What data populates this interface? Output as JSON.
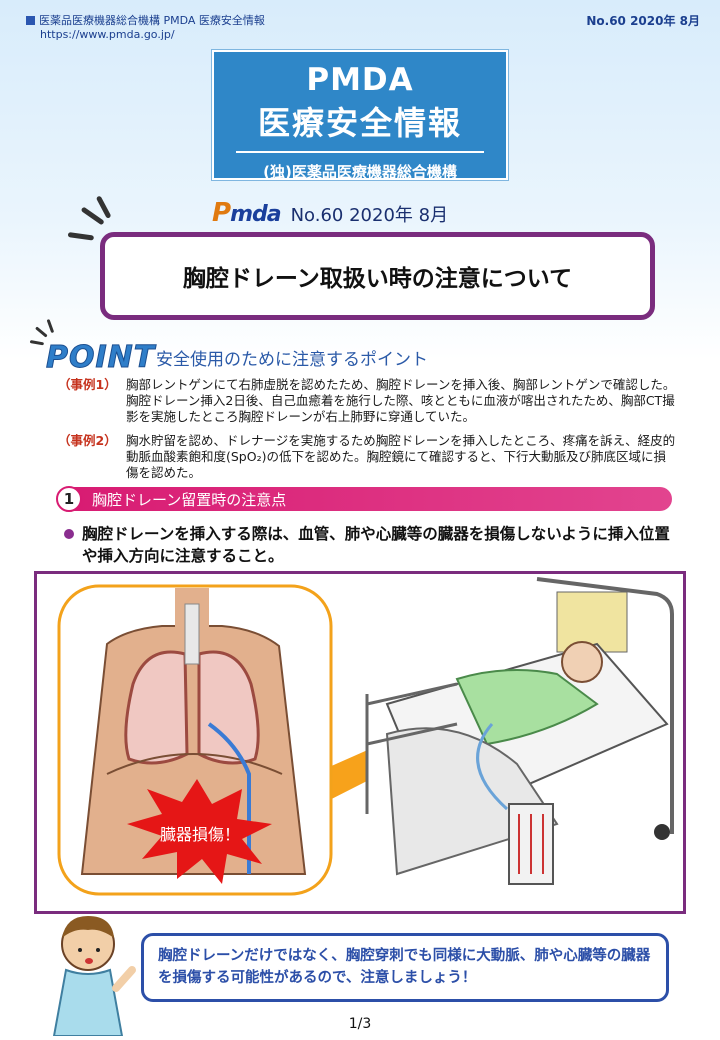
{
  "header": {
    "org": "医薬品医療機器総合機構 PMDA 医療安全情報",
    "url": "https://www.pmda.go.jp/",
    "issue": "No.60  2020年  8月"
  },
  "title_box": {
    "en": "PMDA",
    "jp": "医療安全情報",
    "org": "(独)医薬品医療機器総合機構"
  },
  "logo": {
    "p": "P",
    "rest": "mda"
  },
  "issue_line": "No.60  2020年   8月",
  "main_heading": "胸腔ドレーン取扱い時の注意について",
  "point": {
    "badge": "POINT",
    "text": "安全使用のために注意するポイント"
  },
  "cases": [
    {
      "label": "（事例1）",
      "text": "胸部レントゲンにて右肺虚脱を認めたため、胸腔ドレーンを挿入後、胸部レントゲンで確認した。胸腔ドレーン挿入2日後、自己血癒着を施行した際、咳とともに血液が喀出されたため、胸部CT撮影を実施したところ胸腔ドレーンが右上肺野に穿通していた。"
    },
    {
      "label": "（事例2）",
      "text": "胸水貯留を認め、ドレナージを実施するため胸腔ドレーンを挿入したところ、疼痛を訴え、経皮的動脈血酸素飽和度(SpO₂)の低下を認めた。胸腔鏡にて確認すると、下行大動脈及び肺底区域に損傷を認めた。"
    }
  ],
  "section": {
    "number": "1",
    "title": "胸腔ドレーン留置時の注意点"
  },
  "bullet": "胸腔ドレーンを挿入する際は、血管、肺や心臓等の臓器を損傷しないように挿入位置や挿入方向に注意すること。",
  "illustration": {
    "burst_label": "臓器損傷！"
  },
  "callout": "胸腔ドレーンだけではなく、胸腔穿刺でも同様に大動脈、肺や心臓等の臓器を損傷する可能性があるので、注意しましょう！",
  "page_number": "1/3",
  "colors": {
    "title_blue": "#2f87c8",
    "heading_border": "#7a2c7e",
    "section_pink": "#d81b72",
    "case_red": "#c6331e",
    "callout_blue": "#2c4fa8"
  }
}
